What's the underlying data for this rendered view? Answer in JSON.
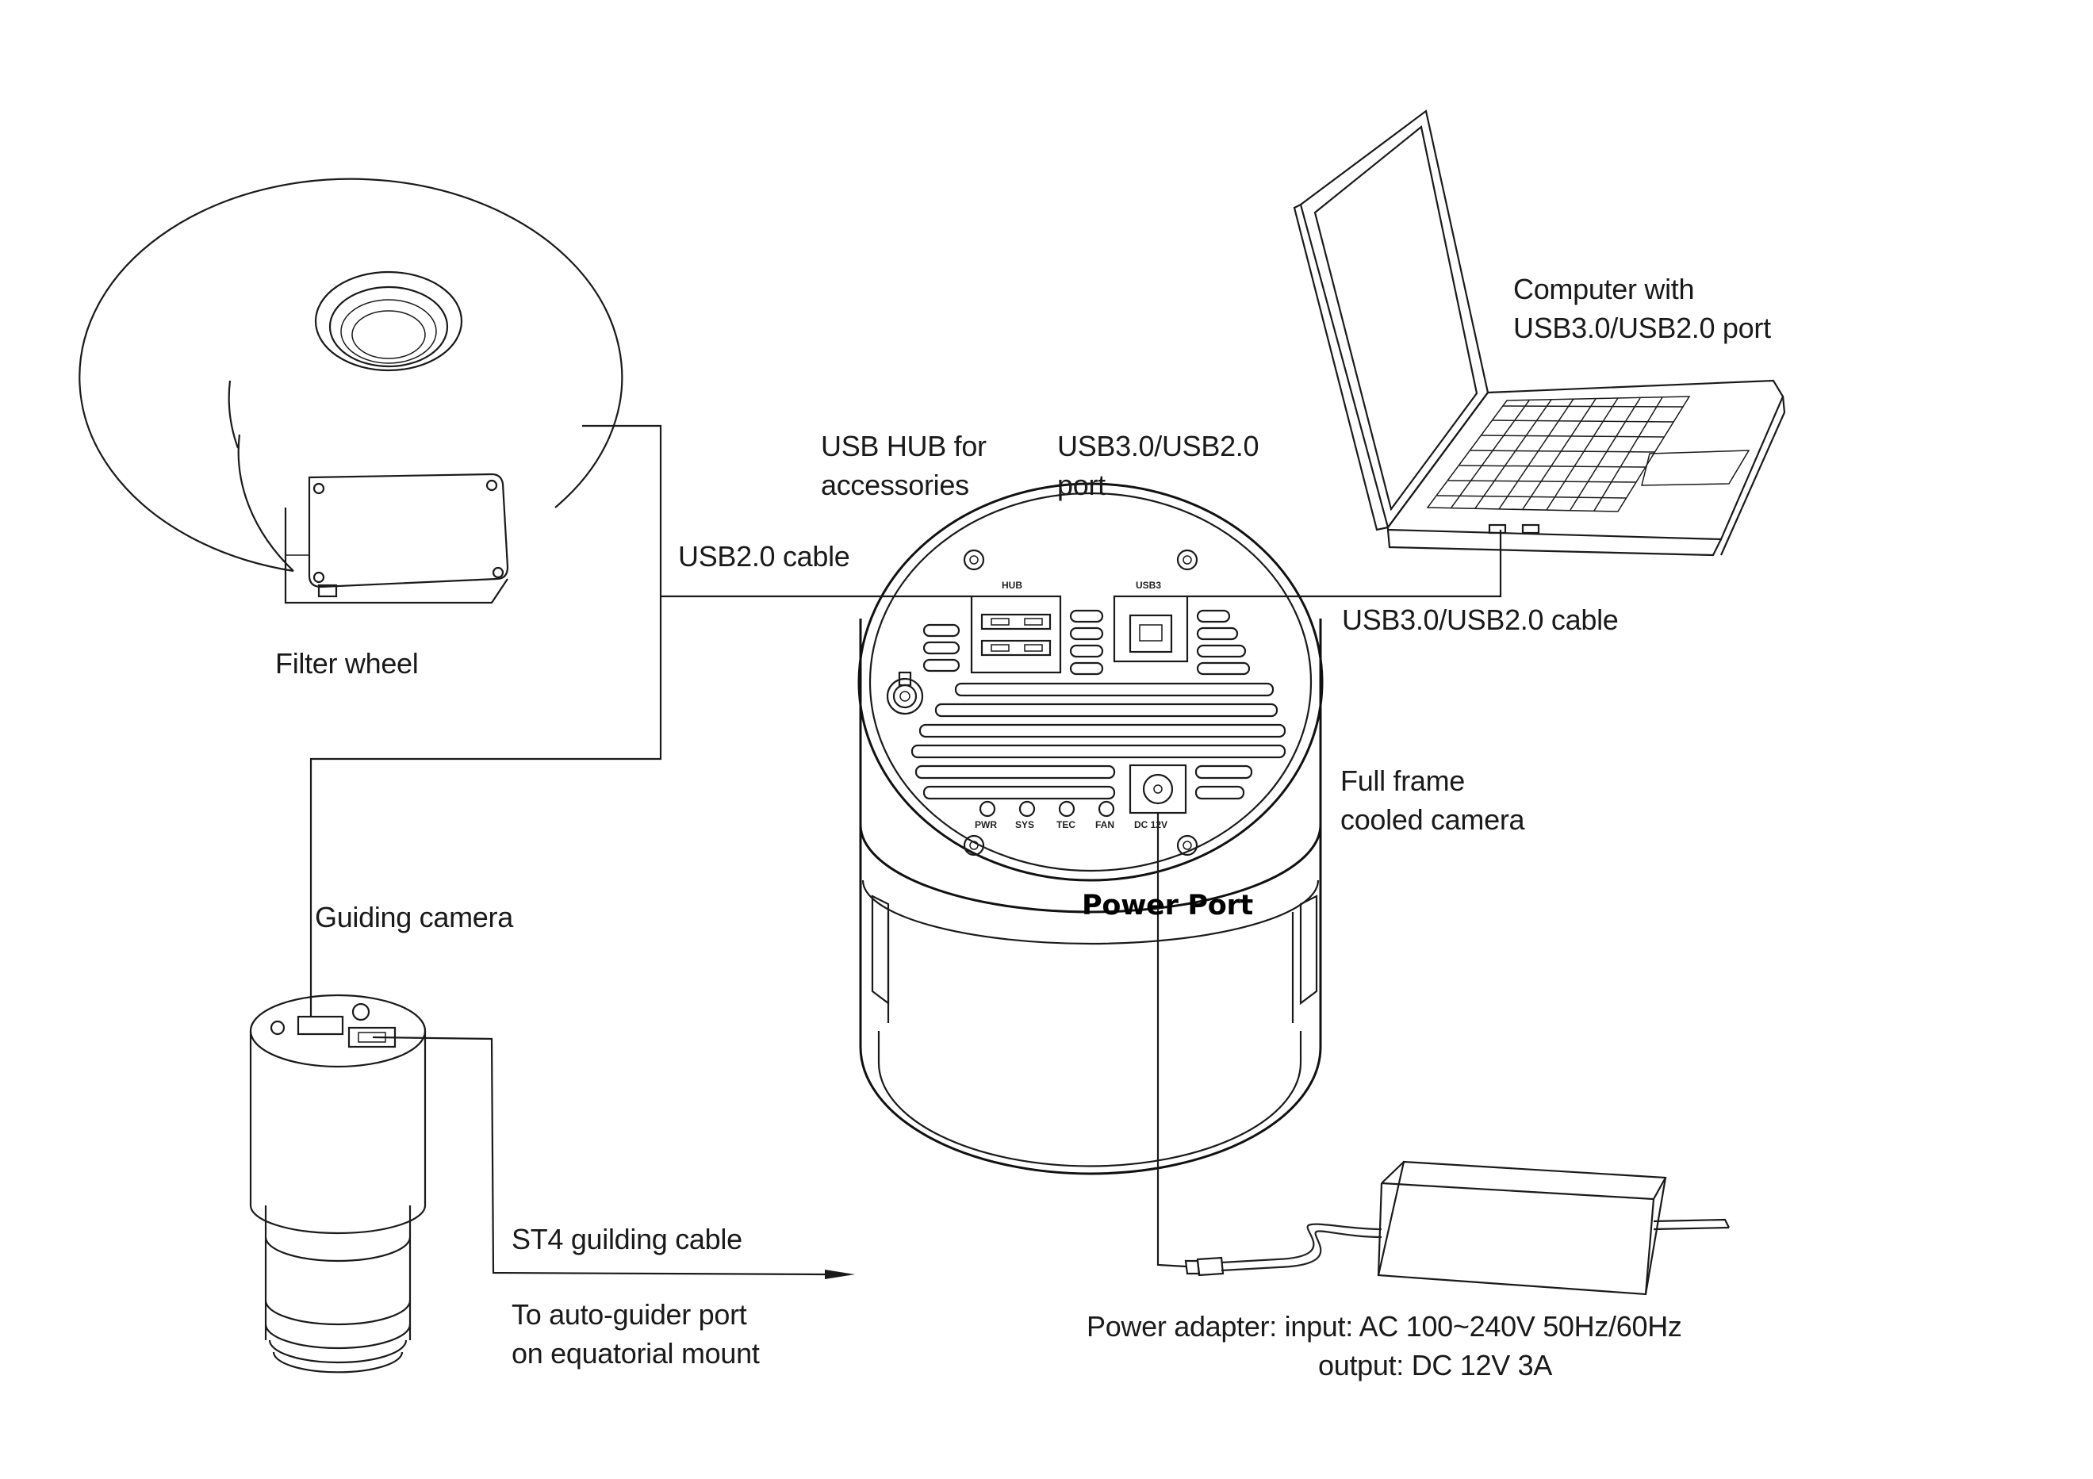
{
  "labels": {
    "computer": [
      "Computer with",
      "USB3.0/USB2.0 port"
    ],
    "usb_hub": [
      "USB HUB for",
      "accessories"
    ],
    "usb3_port": [
      "USB3.0/USB2.0",
      "port"
    ],
    "usb2_cable": "USB2.0 cable",
    "usb3_cable": "USB3.0/USB2.0 cable",
    "filter_wheel": "Filter wheel",
    "full_frame": [
      "Full frame",
      "cooled camera"
    ],
    "power_port": "Power Port",
    "guiding_camera": "Guiding camera",
    "st4_cable": "ST4 guilding cable",
    "auto_guider": [
      "To auto-guider port",
      "on equatorial mount"
    ],
    "power_adapter": [
      "Power adapter: input:   AC 100~240V 50Hz/60Hz",
      "output: DC 12V 3A"
    ]
  },
  "panel": {
    "hub": "HUB",
    "usb3": "USB3",
    "pwr": "PWR",
    "sys": "SYS",
    "tec": "TEC",
    "fan": "FAN",
    "dc": "DC 12V"
  }
}
